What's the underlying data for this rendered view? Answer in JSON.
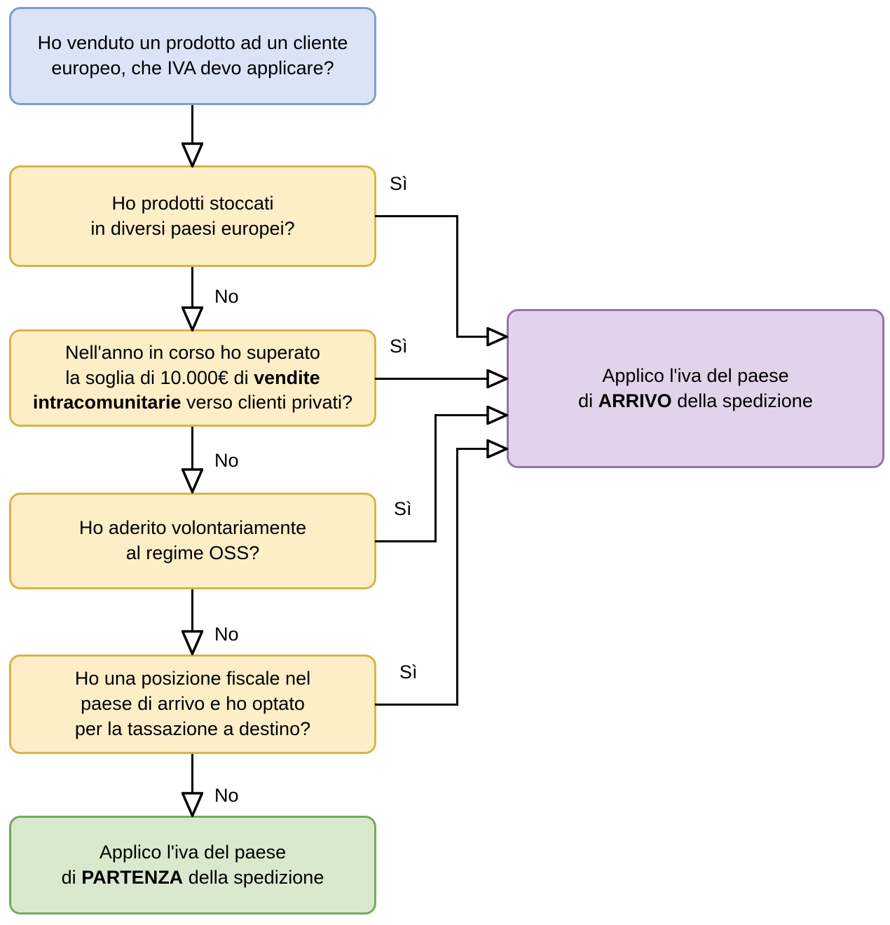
{
  "diagram": {
    "title": "Flowchart IVA vendite UE",
    "colors": {
      "start_fill": "#dae4f5",
      "start_border": "#7e9fd1",
      "decision_fill": "#fdeec8",
      "decision_border": "#d9b349",
      "arrivo_fill": "#e2d2ea",
      "arrivo_border": "#9b6fae",
      "partenza_fill": "#d8e9ce",
      "partenza_border": "#72ab5f",
      "edge": "#000000"
    },
    "nodes": {
      "start": {
        "line1": "Ho venduto un prodotto ad un cliente",
        "line2": "europeo, che IVA devo applicare?"
      },
      "d1": {
        "line1": "Ho prodotti stoccati",
        "line2": "in diversi paesi europei?"
      },
      "d2": {
        "line1": "Nell'anno in corso ho superato",
        "line2_a": "la soglia di 10.000€ di ",
        "line2_b": "vendite",
        "line3_a": "intracomunitarie",
        "line3_b": " verso clienti privati?"
      },
      "d3": {
        "line1": "Ho aderito volontariamente",
        "line2": "al regime OSS?"
      },
      "d4": {
        "line1": "Ho una posizione fiscale nel",
        "line2": "paese di arrivo e ho optato",
        "line3": "per la tassazione a destino?"
      },
      "arrivo": {
        "line1": "Applico l'iva del paese",
        "line2_a": "di ",
        "line2_b": "ARRIVO",
        "line2_c": " della spedizione"
      },
      "partenza": {
        "line1": "Applico l'iva del paese",
        "line2_a": "di ",
        "line2_b": "PARTENZA",
        "line2_c": " della spedizione"
      }
    },
    "edge_labels": {
      "si_1": "Sì",
      "no_1": "No",
      "si_2": "Sì",
      "no_2": "No",
      "si_3": "Sì",
      "no_3": "No",
      "si_4": "Sì",
      "no_4": "No"
    }
  }
}
